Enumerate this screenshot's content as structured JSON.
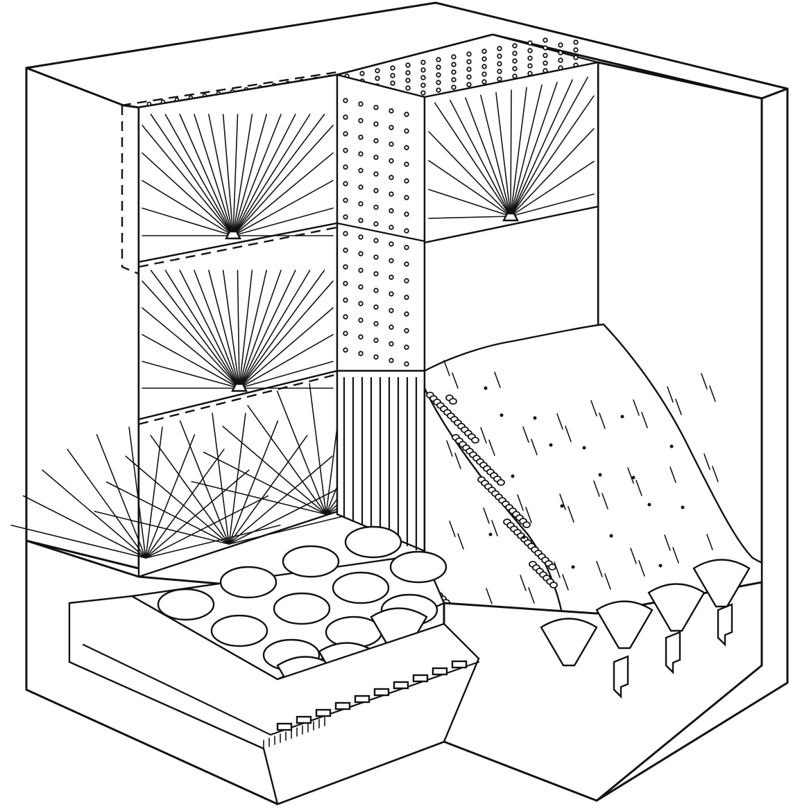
{
  "figure": {
    "kind": "cutaway line drawing",
    "components": [
      "outer-walls",
      "upper-wall-panels-with-fan-lines",
      "perforated-center-column",
      "slatted-lower-column",
      "bulk-material-slope",
      "oval-floor-openings",
      "funnel-outlets",
      "base-tunnel-with-conveyor"
    ],
    "line_color": "#111111",
    "background": "#ffffff"
  }
}
